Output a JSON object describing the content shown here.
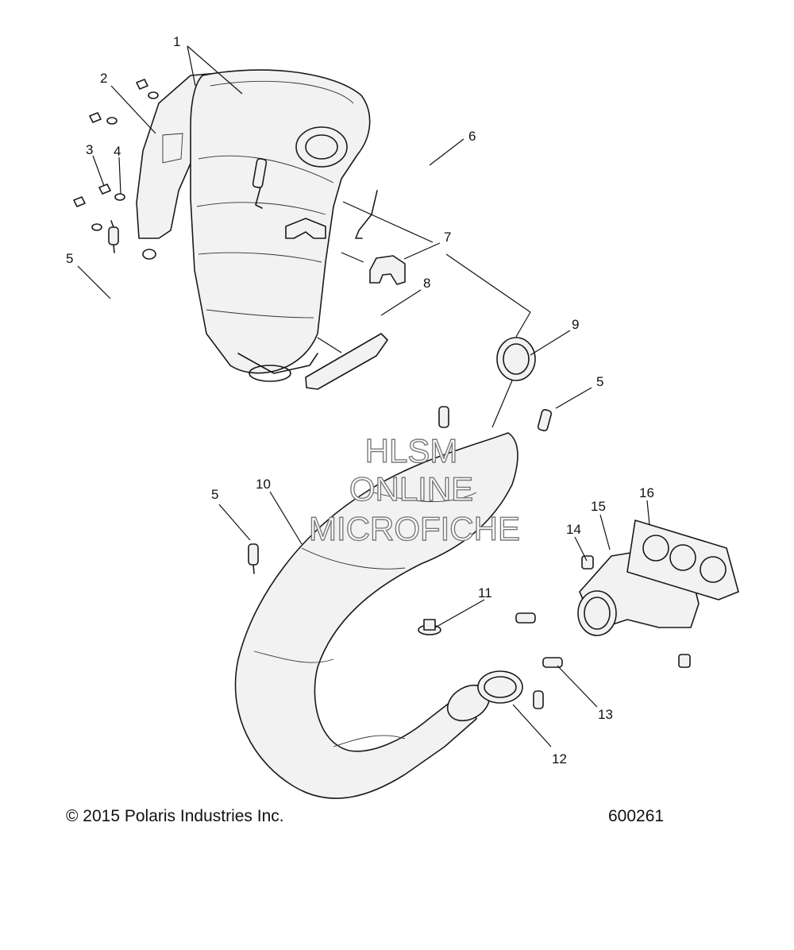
{
  "callouts": [
    "1",
    "2",
    "3",
    "4",
    "5",
    "6",
    "7",
    "8",
    "9",
    "5",
    "5",
    "10",
    "11",
    "12",
    "13",
    "14",
    "15",
    "16"
  ],
  "watermark": [
    "HLSM",
    "ONLINE",
    "MICROFICHE"
  ],
  "footer": {
    "copyright": "© 2015 Polaris Industries Inc.",
    "figure_number": "600261"
  }
}
